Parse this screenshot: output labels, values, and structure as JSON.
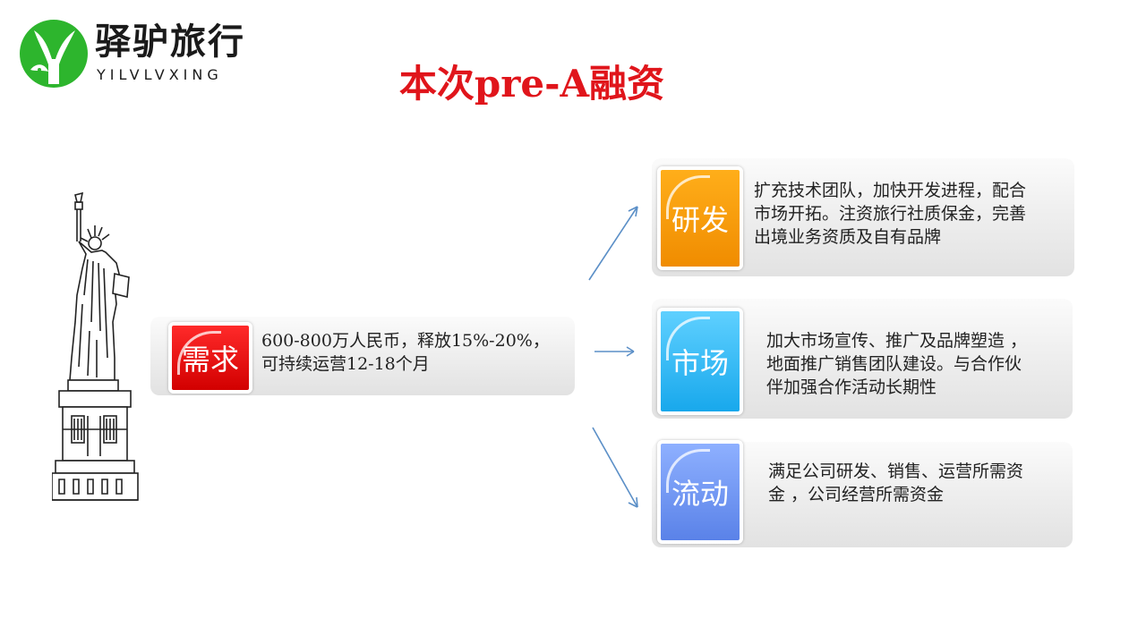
{
  "brand": {
    "name": "驿驴旅行",
    "subtitle": "YILVLVXING",
    "mark_color": "#2db52d",
    "mark_icon": "leaf-logo-icon"
  },
  "slide": {
    "title": "本次pre-A融资",
    "title_color": "#e0151b"
  },
  "illustration": {
    "icon": "statue-of-liberty-icon"
  },
  "demand": {
    "label": "需求",
    "lines": [
      "600-800万人民币，释放15%-20%，",
      "可持续运营12-18个月"
    ],
    "color": "#e60000"
  },
  "uses": [
    {
      "label": "研发",
      "color": "#f7a100",
      "lines": [
        "扩充技术团队，加快开发进程，配合",
        "市场开拓。注资旅行社质保金，完善",
        "出境业务资质及自有品牌"
      ]
    },
    {
      "label": "市场",
      "color": "#2cb8f4",
      "lines": [
        "加大市场宣传、推广及品牌塑造 ，",
        "地面推广销售团队建设。与合作伙",
        "伴加强合作活动长期性"
      ]
    },
    {
      "label": "流动",
      "color": "#6c91ee",
      "lines": [
        "满足公司研发、销售、运营所需资",
        "金 ，公司经营所需资金"
      ]
    }
  ],
  "arrow_color": "#5b8fc7"
}
